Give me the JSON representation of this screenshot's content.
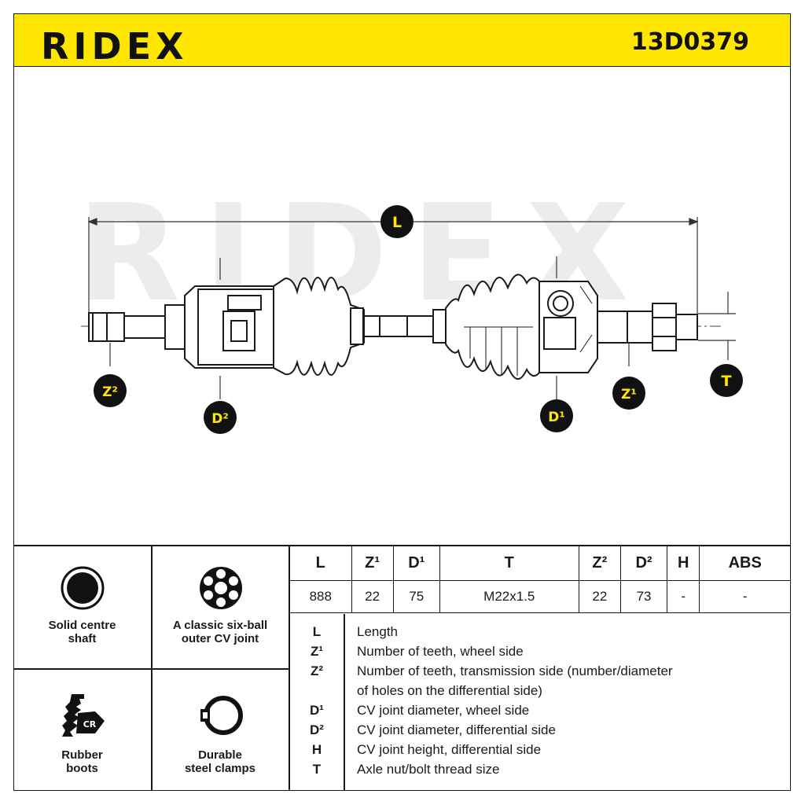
{
  "brand": {
    "logo": "RIDEX",
    "part_number": "13D0379",
    "accent_color": "#ffe600"
  },
  "diagram": {
    "watermark": "RIDEX",
    "labels": {
      "L": "L",
      "Z1": "Z¹",
      "Z2": "Z²",
      "D1": "D¹",
      "D2": "D²",
      "T": "T"
    }
  },
  "features": [
    {
      "icon": "solid-shaft-icon",
      "label_line1": "Solid centre",
      "label_line2": "shaft"
    },
    {
      "icon": "six-ball-cv-joint-icon",
      "label_line1": "A classic six-ball",
      "label_line2": "outer CV joint"
    },
    {
      "icon": "rubber-boot-icon",
      "label_line1": "Rubber",
      "label_line2": "boots",
      "badge": "CR"
    },
    {
      "icon": "steel-clamp-icon",
      "label_line1": "Durable",
      "label_line2": "steel clamps"
    }
  ],
  "spec_table": {
    "headers": [
      "L",
      "Z¹",
      "D¹",
      "T",
      "Z²",
      "D²",
      "H",
      "ABS"
    ],
    "values": [
      "888",
      "22",
      "75",
      "M22x1.5",
      "22",
      "73",
      "-",
      "-"
    ]
  },
  "legend": [
    {
      "key": "L",
      "text": "Length"
    },
    {
      "key": "Z¹",
      "text": "Number of teeth, wheel side"
    },
    {
      "key": "Z²",
      "text": "Number of teeth, transmission side (number/diameter"
    },
    {
      "key": "",
      "text": "of holes on the differential side)"
    },
    {
      "key": "D¹",
      "text": "CV joint diameter, wheel side"
    },
    {
      "key": "D²",
      "text": "CV joint diameter, differential side"
    },
    {
      "key": "H",
      "text": "CV joint height, differential side"
    },
    {
      "key": "T",
      "text": "Axle nut/bolt thread size"
    }
  ]
}
